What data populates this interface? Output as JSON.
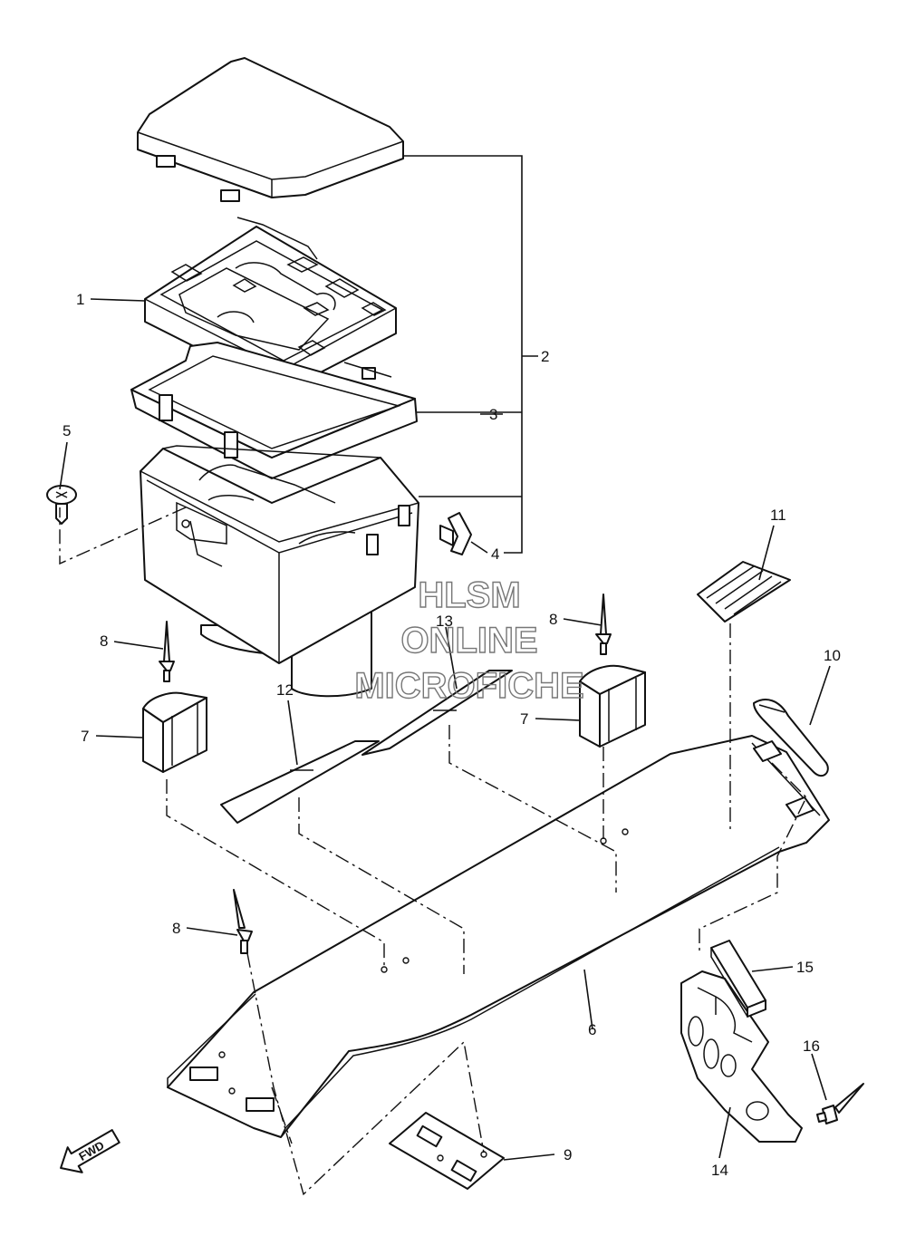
{
  "watermark": {
    "line1": "HLSM",
    "line2": "ONLINE",
    "line3": "MICROFICHE"
  },
  "fwd_label": "FWD",
  "callouts": [
    "1",
    "2",
    "3",
    "4",
    "5",
    "6",
    "7",
    "7",
    "8",
    "8",
    "8",
    "9",
    "10",
    "11",
    "12",
    "13",
    "14",
    "15",
    "16"
  ]
}
